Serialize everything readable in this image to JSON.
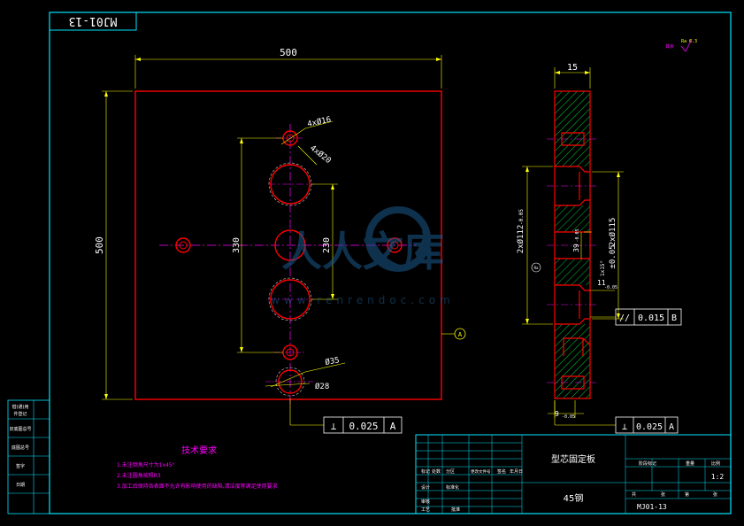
{
  "drawing_number": "MJ01-13",
  "drawing_number_flipped": "MJ01-13",
  "surface_mark": "Ra 6.3",
  "front_view": {
    "width_dim": "500",
    "height_dim": "500",
    "hole_4x16": "4xØ16",
    "hole_4x20": "4xØ20",
    "spacing_330": "330",
    "spacing_230": "230",
    "dia_35": "Ø35",
    "dia_28": "Ø28",
    "datum_marker": "A",
    "tolerance_frame": {
      "symbol": "⊥",
      "value": "0.025",
      "datum": "A"
    }
  },
  "side_view": {
    "thickness_dim": "15",
    "dim_2x112": "2xØ112",
    "dim_2x112_tol": "-0.05",
    "dim_2x115": "2xØ115",
    "dim_2x115_tol": "±0.05",
    "dim_39": "39",
    "dim_39_tol": "-0.05",
    "dim_11": "11",
    "dim_11_tol": "-0.05",
    "dim_9": "9",
    "dim_9_tol": "-0.05",
    "dim_1x15": "1x15°",
    "dim_ra": "Ra",
    "parallel_frame": {
      "symbol": "//",
      "value": "0.015",
      "datum": "B"
    },
    "perp_frame": {
      "symbol": "⊥",
      "value": "0.025",
      "datum": "A"
    }
  },
  "tech_notes": {
    "title": "技术要求",
    "items": [
      "1.未注倒角尺寸为1x45°",
      "2.未注圆角按照R3",
      "3.加工后保持各表面不允许有影响使用的缺陷,清洁度等满足使用要求"
    ]
  },
  "title_block": {
    "part_name": "型芯固定板",
    "material": "45钢",
    "code": "MJ01-13",
    "scale": "1:2",
    "header_cells": [
      "阶段标记",
      "重量",
      "比例"
    ],
    "row_labels": [
      "标记",
      "处数",
      "分区",
      "更改文件号",
      "签名",
      "年月日"
    ],
    "bottom_labels": [
      "共",
      "张",
      "第",
      "张"
    ],
    "approval_labels": [
      "设计",
      "标准化",
      "审核",
      "工艺",
      "批准"
    ]
  },
  "left_block": {
    "labels": [
      "借(通)用",
      "件登记",
      "旧底图总号",
      "底图总号",
      "签字",
      "日期"
    ]
  },
  "watermark": {
    "text": "人人文库",
    "url": "www.renrendoc.com"
  }
}
